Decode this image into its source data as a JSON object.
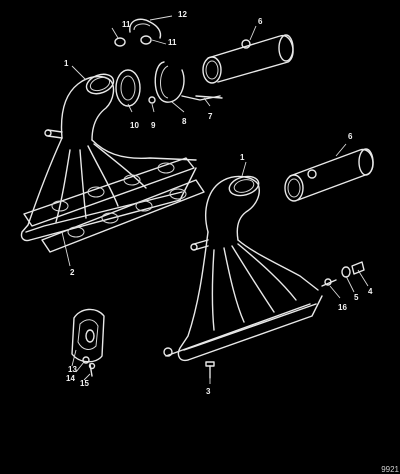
{
  "callouts": {
    "c1a": "1",
    "c1b": "1",
    "c2": "2",
    "c3": "3",
    "c4": "4",
    "c5": "5",
    "c6a": "6",
    "c6b": "6",
    "c7": "7",
    "c8": "8",
    "c9": "9",
    "c10": "10",
    "c11a": "11",
    "c11b": "11",
    "c12": "12",
    "c13": "13",
    "c14": "14",
    "c15": "15",
    "c16": "16"
  },
  "reference_number": "9921",
  "colors": {
    "background": "#000000",
    "linework": "#e8e8e8"
  }
}
